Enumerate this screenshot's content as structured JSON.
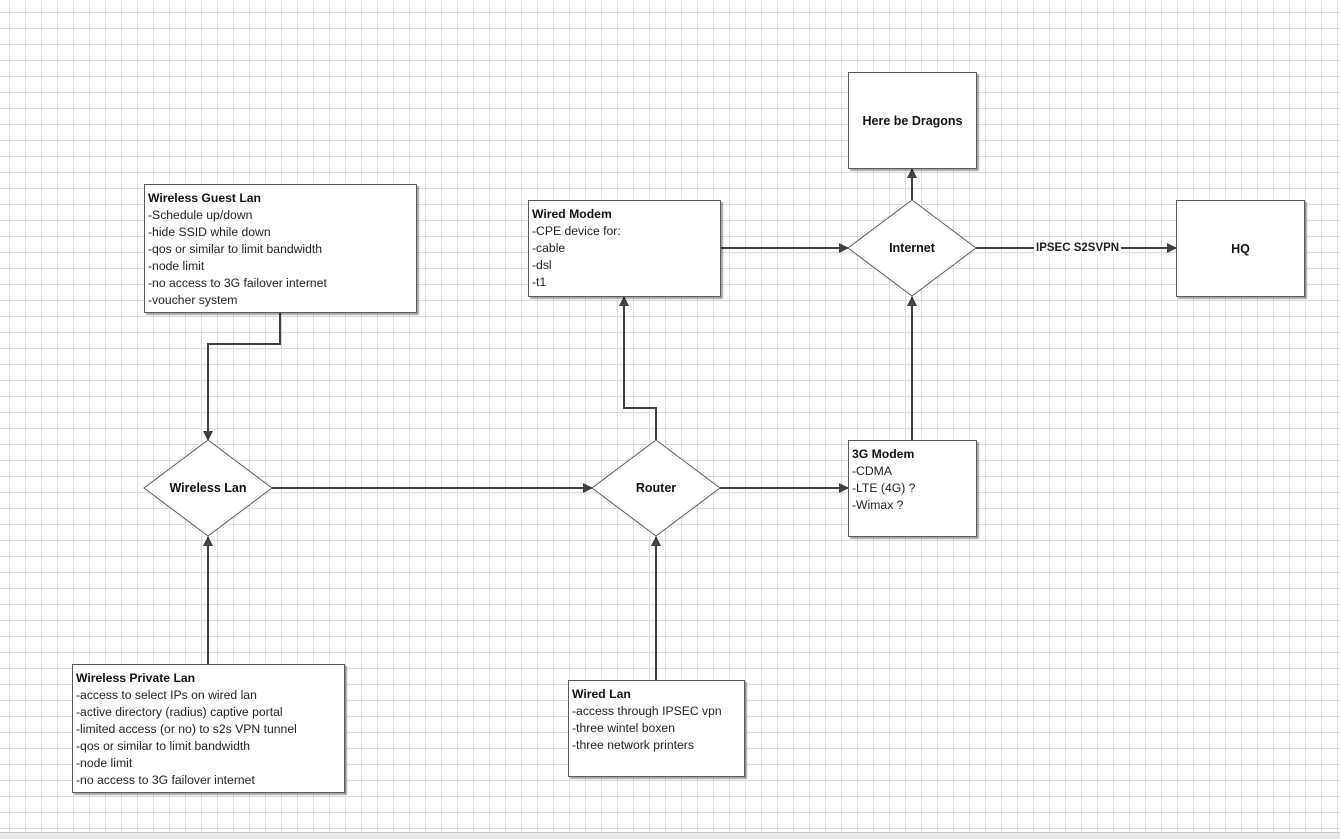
{
  "nodes": {
    "wireless_guest_lan": {
      "title": "Wireless Guest Lan",
      "lines": [
        "-Schedule up/down",
        "-hide SSID while down",
        "-qos or similar to limit bandwidth",
        "-node limit",
        "-no access to 3G failover internet",
        "-voucher system"
      ]
    },
    "wired_modem": {
      "title": "Wired Modem",
      "lines": [
        "-CPE device for:",
        "-cable",
        "-dsl",
        "-t1"
      ]
    },
    "here_be_dragons": {
      "label": "Here be Dragons"
    },
    "hq": {
      "label": "HQ"
    },
    "three_g_modem": {
      "title": "3G Modem",
      "lines": [
        "-CDMA",
        "-LTE (4G) ?",
        "-Wimax ?"
      ]
    },
    "wireless_private_lan": {
      "title": "Wireless Private Lan",
      "lines": [
        "-access to select IPs on wired lan",
        "-active directory (radius) captive portal",
        "-limited access (or no) to s2s VPN tunnel",
        "-qos or similar to limit bandwidth",
        "-node limit",
        "-no access to 3G failover internet"
      ]
    },
    "wired_lan": {
      "title": "Wired Lan",
      "lines": [
        "-access through IPSEC vpn",
        "-three wintel boxen",
        "-three network printers"
      ]
    },
    "internet": {
      "label": "Internet"
    },
    "wireless_lan": {
      "label": "Wireless Lan"
    },
    "router": {
      "label": "Router"
    }
  },
  "edges": {
    "ipsec": {
      "label": "IPSEC S2SVPN"
    }
  },
  "colors": {
    "line": "#404040",
    "grid": "#dcdcdc",
    "border": "#5a5a5a"
  }
}
